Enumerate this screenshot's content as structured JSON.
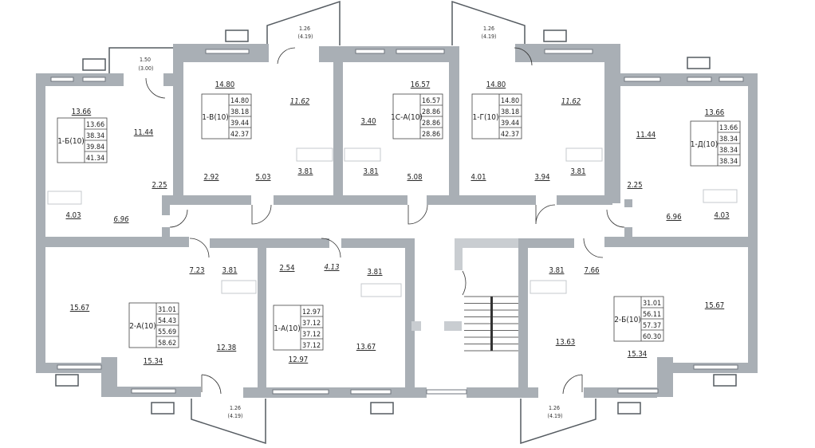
{
  "plan": {
    "wall_color": "#a9afb5",
    "apartments": [
      {
        "name": "1-Б(10)",
        "values": [
          "13.66",
          "38.34",
          "39.84",
          "41.34"
        ]
      },
      {
        "name": "1-В(10)",
        "values": [
          "14.80",
          "38.18",
          "39.44",
          "42.37"
        ]
      },
      {
        "name": "1С-А(10)",
        "values": [
          "16.57",
          "28.86",
          "28.86",
          "28.86"
        ]
      },
      {
        "name": "1-Г(10)",
        "values": [
          "14.80",
          "38.18",
          "39.44",
          "42.37"
        ]
      },
      {
        "name": "1-Д(10)",
        "values": [
          "13.66",
          "38.34",
          "38.34",
          "38.34"
        ]
      },
      {
        "name": "2-А(10)",
        "values": [
          "31.01",
          "54.43",
          "55.69",
          "58.62"
        ]
      },
      {
        "name": "1-А(10)",
        "values": [
          "12.97",
          "37.12",
          "37.12",
          "37.12"
        ]
      },
      {
        "name": "2-Б(10)",
        "values": [
          "31.01",
          "56.11",
          "57.37",
          "60.30"
        ]
      }
    ],
    "rooms": {
      "b_living": "13.66",
      "b_kitchen": "11.44",
      "b_storage": "2.25",
      "b_bath": "4.03",
      "b_hall": "6.96",
      "v_living": "14.80",
      "v_kitchen": "11.62",
      "v_storage": "2.92",
      "v_hall": "5.03",
      "v_bath": "3.81",
      "sa_storage": "3.40",
      "sa_living": "16.57",
      "sa_bath": "3.81",
      "sa_hall": "5.08",
      "g_living": "14.80",
      "g_kitchen": "11.62",
      "g_storage": "4.01",
      "g_hall": "3.94",
      "g_bath": "3.81",
      "d_living": "13.66",
      "d_kitchen": "11.44",
      "d_storage": "2.25",
      "d_hall": "6.96",
      "d_bath": "4.03",
      "a2_hall": "7.23",
      "a2_bath": "3.81",
      "a2_room1": "15.67",
      "a2_room2": "15.34",
      "a2_kitchen": "12.38",
      "a1_storage": "2.54",
      "a1_hall": "4.13",
      "a1_bath": "3.81",
      "a1_living": "12.97",
      "a1_kitchen": "13.67",
      "b2_bath": "3.81",
      "b2_hall": "7.66",
      "b2_kitchen": "13.63",
      "b2_room1": "15.34",
      "b2_room2": "15.67"
    },
    "balconies": [
      {
        "area": "1.50",
        "total": "(3.00)"
      },
      {
        "area": "1.26",
        "total": "(4.19)"
      },
      {
        "area": "1.26",
        "total": "(4.19)"
      },
      {
        "area": "1.26",
        "total": "(4.19)"
      },
      {
        "area": "1.26",
        "total": "(4.19)"
      }
    ]
  }
}
